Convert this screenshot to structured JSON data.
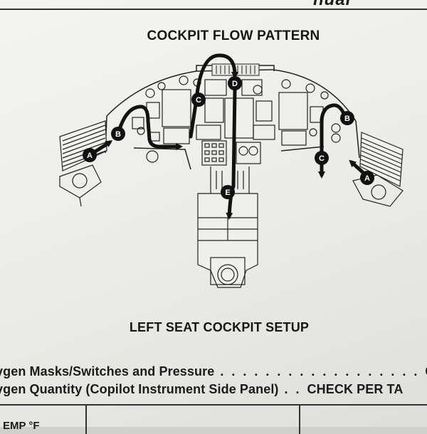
{
  "banner": "nual",
  "diagram_title": "COCKPIT FLOW PATTERN",
  "section_title": "LEFT SEAT COCKPIT SETUP",
  "flow_labels": {
    "left_a": "A",
    "left_b": "B",
    "left_c": "C",
    "center_d": "D",
    "center_e": "E",
    "right_b": "B",
    "right_c": "C",
    "right_a": "A"
  },
  "checklist": [
    {
      "item": "ygen Masks/Switches and Pressure",
      "leader": " . . . . . . . . . . . . . . . . . . ",
      "action": "CH"
    },
    {
      "item": "ygen Quantity (Copilot Instrument Side Panel)",
      "leader": " . . ",
      "action": "CHECK PER TA"
    }
  ],
  "table_header": "EMP °F"
}
